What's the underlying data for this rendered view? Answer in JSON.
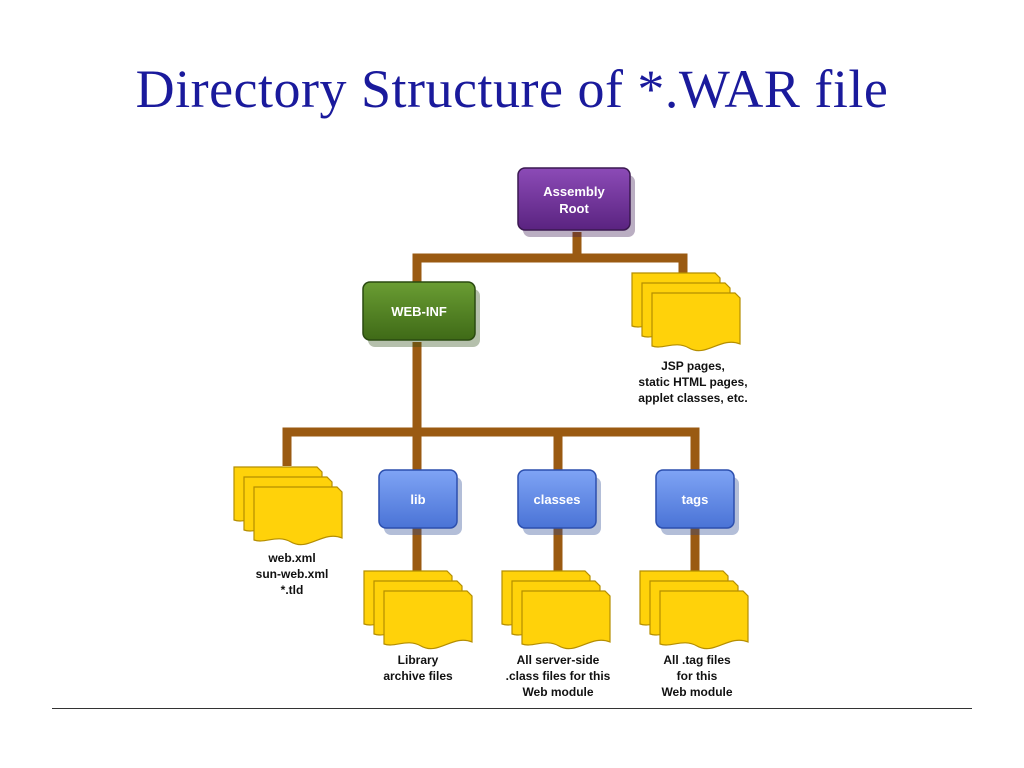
{
  "slide": {
    "title": "Directory Structure of *.WAR file"
  },
  "nodes": {
    "root": {
      "line1": "Assembly",
      "line2": "Root"
    },
    "webinf": {
      "label": "WEB-INF"
    },
    "lib": {
      "label": "lib"
    },
    "classes": {
      "label": "classes"
    },
    "tags": {
      "label": "tags"
    }
  },
  "captions": {
    "jsp": [
      "JSP pages,",
      "static HTML pages,",
      "applet classes, etc."
    ],
    "webxml": [
      "web.xml",
      "sun-web.xml",
      "*.tld"
    ],
    "lib": [
      "Library",
      "archive files"
    ],
    "classes": [
      "All server-side",
      ".class files for this",
      "Web module"
    ],
    "tags": [
      "All .tag files",
      "for this",
      "Web module"
    ]
  },
  "colors": {
    "title": "#1a1a9c",
    "connector": "#9a5a12",
    "root_node": "#6a2d8f",
    "webinf_node": "#4f7f1f",
    "dir_node": "#5b84e6",
    "file_fill": "#ffd20a",
    "file_edge": "#b58e00"
  },
  "icons": {
    "file_stack": "document-stack-icon"
  }
}
